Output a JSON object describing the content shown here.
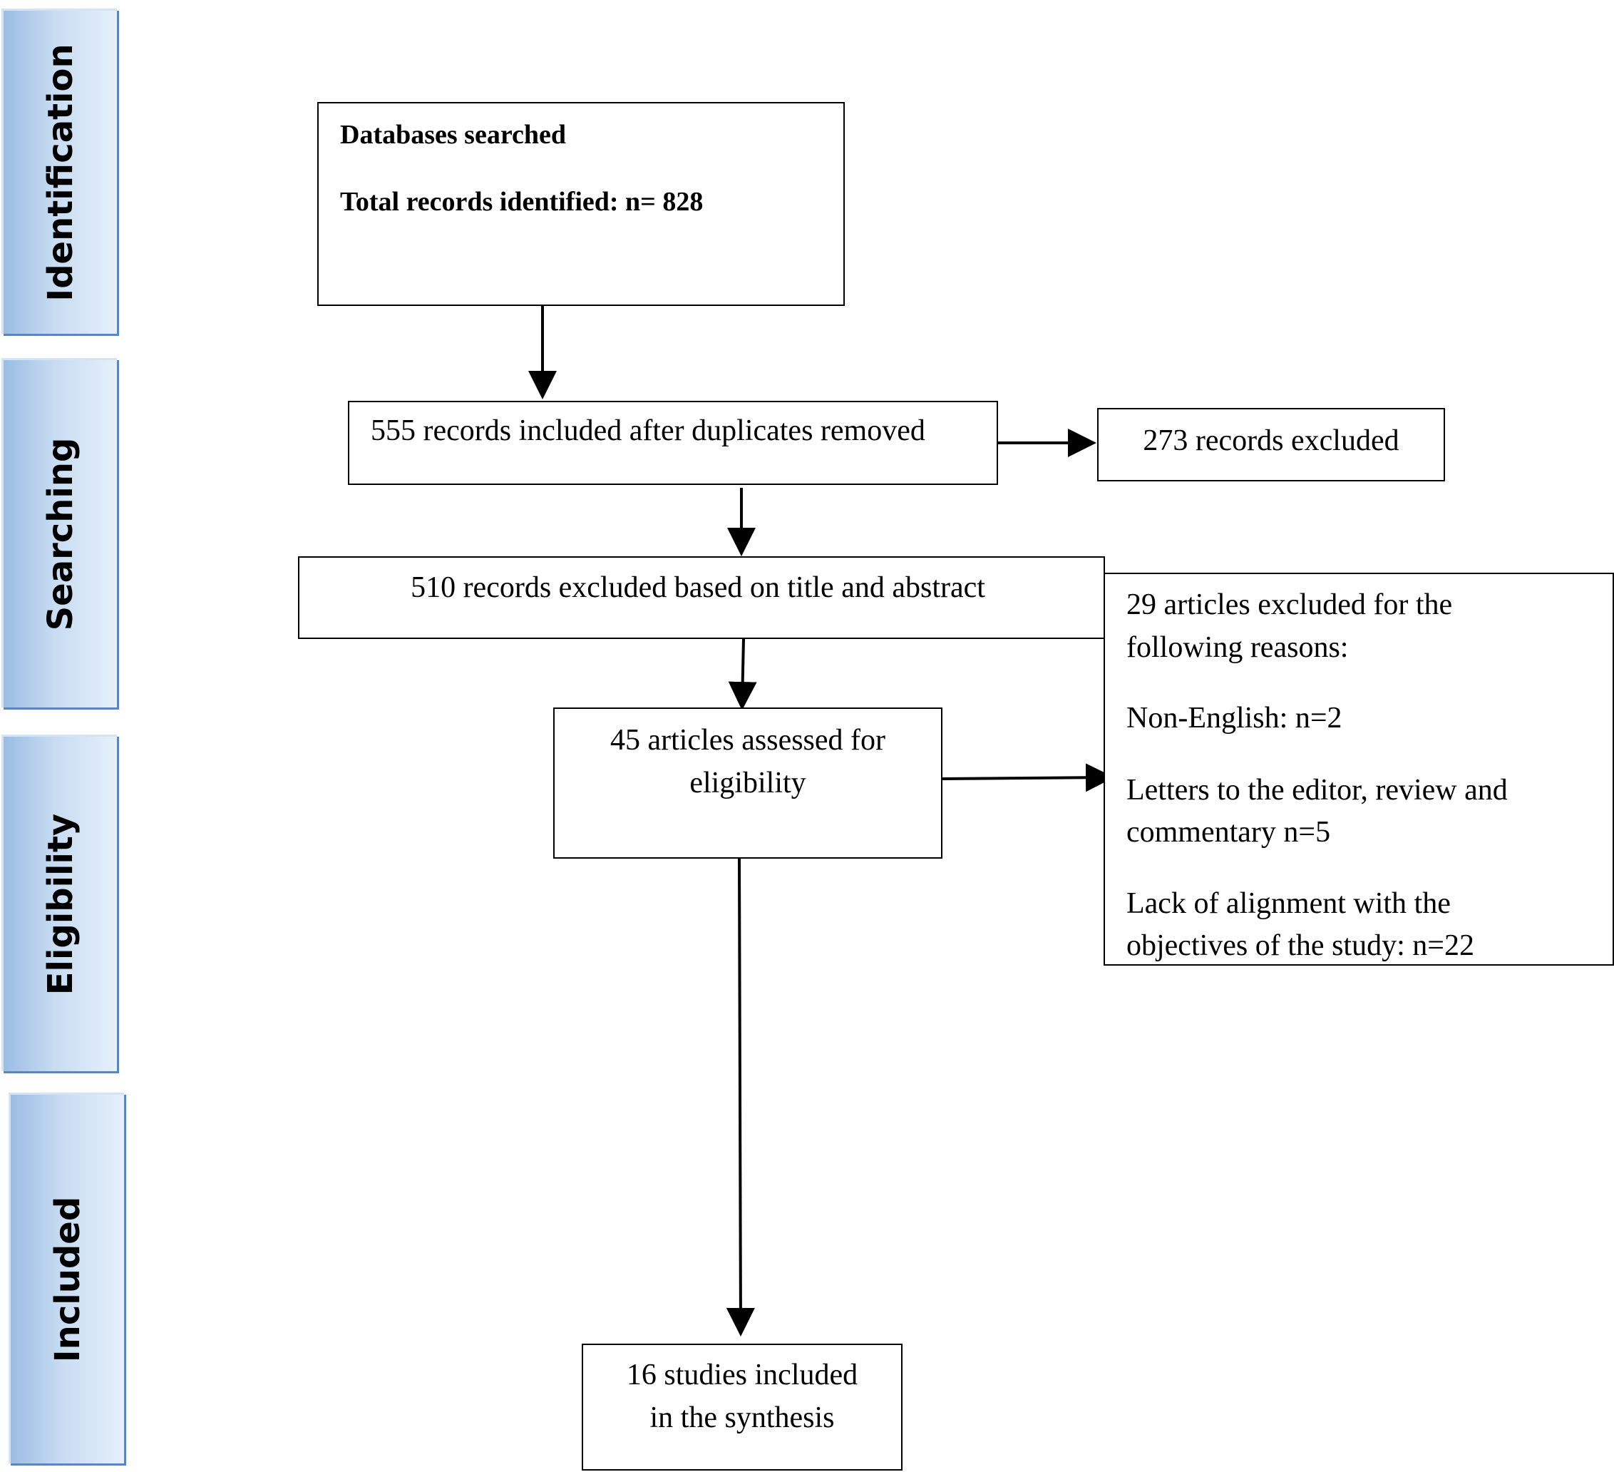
{
  "stages": [
    "Identification",
    "Searching",
    "Eligibility",
    "Included"
  ],
  "boxes": {
    "databases": {
      "line1": "Databases searched",
      "line2": "Total records identified: n= 828"
    },
    "after_duplicates": "555 records included after duplicates removed",
    "duplicates_excluded": "273 records excluded",
    "title_abstract": "510 records excluded based on title and abstract",
    "assessed": {
      "line1": "45 articles assessed for",
      "line2": "eligibility"
    },
    "excluded_reasons": {
      "line1": "29 articles excluded for the",
      "line2": "following reasons:",
      "reason1": "Non-English: n=2",
      "reason2_line1": "Letters to the editor, review and",
      "reason2_line2": "commentary n=5",
      "reason3_line1": "Lack of alignment with the",
      "reason3_line2": "objectives of the study: n=22"
    },
    "included": {
      "line1": "16 studies included",
      "line2": "in the synthesis"
    }
  }
}
